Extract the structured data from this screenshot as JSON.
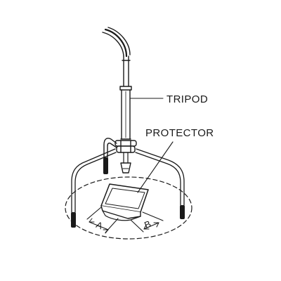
{
  "labels": {
    "tripod": "TRIPOD",
    "protector": "PROTECTOR",
    "dimension_a": "A",
    "dimension_b": "B"
  },
  "colors": {
    "line": "#1a1a1a",
    "background": "#ffffff"
  }
}
